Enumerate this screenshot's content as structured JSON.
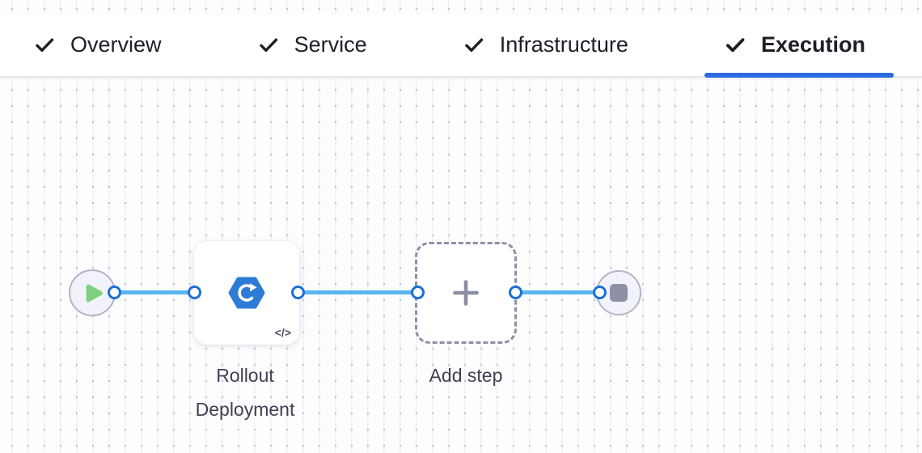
{
  "tab_bar": {
    "tabs": [
      {
        "label": "Overview",
        "status": "completed",
        "active": false
      },
      {
        "label": "Service",
        "status": "completed",
        "active": false
      },
      {
        "label": "Infrastructure",
        "status": "completed",
        "active": false
      },
      {
        "label": "Execution",
        "status": "completed",
        "active": true
      }
    ]
  },
  "pipeline": {
    "start_node": {
      "icon": "play-icon"
    },
    "steps": [
      {
        "name": "Rollout Deployment",
        "icon": "rollout-deployment-icon",
        "badge": "</>"
      },
      {
        "name": "Add step",
        "icon": "plus-icon",
        "placeholder": true
      }
    ],
    "end_node": {
      "icon": "stop-icon"
    }
  },
  "colors": {
    "accent_blue": "#2b6be0",
    "connector_blue": "#58b6ef",
    "port_blue": "#1b6fd6",
    "step_icon_blue": "#2e7bd6",
    "play_green": "#7ed07f",
    "node_fill": "#f2f2fa",
    "node_border": "#b2b4c6",
    "grid_dot": "#c2c8d2",
    "text_dark": "#1d1e27",
    "label_gray": "#3f4052"
  }
}
